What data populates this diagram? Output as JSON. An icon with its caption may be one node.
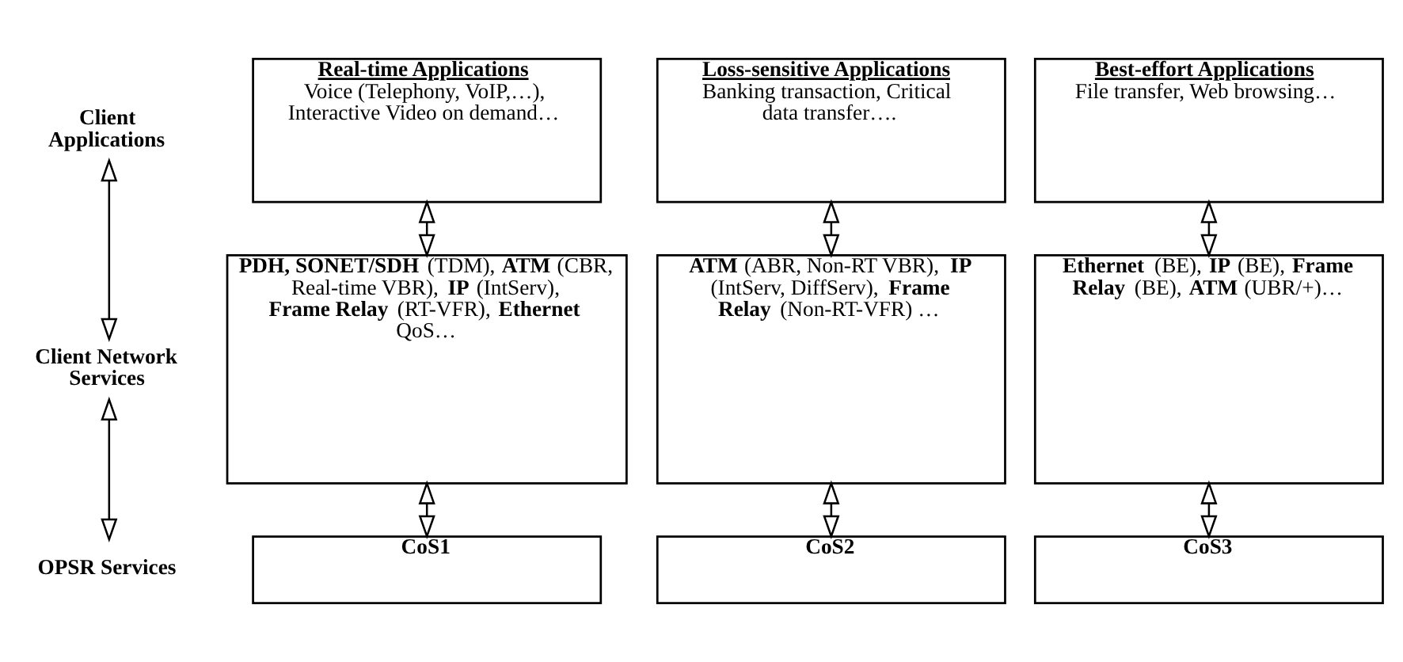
{
  "diagram": {
    "nodes": [
      {
        "text": [
          "Client Applications"
        ]
      },
      {
        "text": [
          "Real-time Applications",
          "Voice (Telephony, VoIP,…), Interactive Video on demand…"
        ]
      },
      {
        "text": [
          "Loss-sensitive Applications",
          "Banking transaction, Critical data transfer…."
        ]
      },
      {
        "text": [
          "Best-effort Applications",
          "File transfer, Web browsing…"
        ]
      },
      {
        "text": [
          "Client Network Services"
        ]
      },
      {
        "text": [
          "**PDH, SONET/SDH** (TDM), **ATM** (CBR, Real-time VBR), **IP** (IntServ), **Frame Relay** (RT-VFR), **Ethernet** QoS…"
        ]
      },
      {
        "text": [
          "**ATM** (ABR, Non-RT VBR), **IP** (IntServ, DiffServ), **Frame Relay** (Non-RT-VFR) …"
        ]
      },
      {
        "text": [
          "**Ethernet** (BE), **IP** (BE), **Frame Relay** (BE), **ATM** (UBR/+)…"
        ]
      },
      {
        "text": [
          "OPSR Services"
        ]
      },
      {
        "text": [
          "CoS1"
        ]
      },
      {
        "text": [
          "CoS2"
        ]
      },
      {
        "text": [
          "CoS3"
        ]
      }
    ],
    "edges": [
      {
        "from": 0,
        "to": 4,
        "arrow": "both"
      },
      {
        "from": 4,
        "to": 8,
        "arrow": "both"
      },
      {
        "from": 1,
        "to": 5,
        "arrow": "both"
      },
      {
        "from": 2,
        "to": 6,
        "arrow": "both"
      },
      {
        "from": 3,
        "to": 7,
        "arrow": "both"
      },
      {
        "from": 5,
        "to": 9,
        "arrow": "both"
      },
      {
        "from": 6,
        "to": 10,
        "arrow": "both"
      },
      {
        "from": 7,
        "to": 11,
        "arrow": "both"
      }
    ]
  }
}
